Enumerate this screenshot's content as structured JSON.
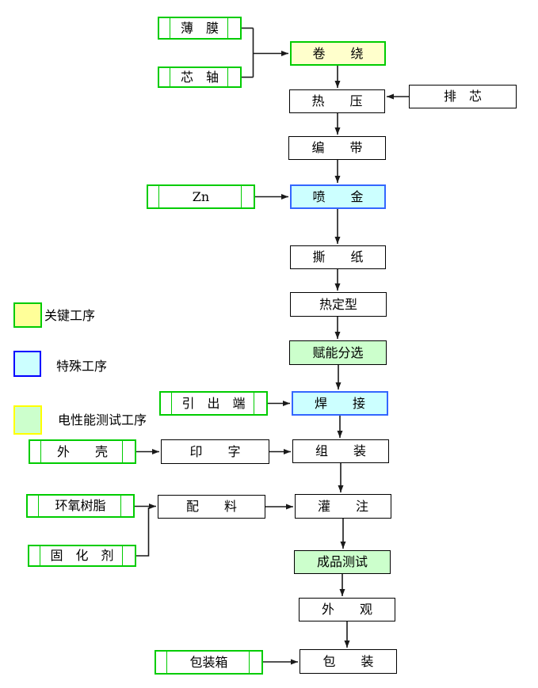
{
  "nodes": {
    "thin_film": "薄　膜",
    "mandrel": "芯　轴",
    "winding": "卷　　绕",
    "hot_press": "热　　压",
    "core_arrange": "排　芯",
    "taping": "编　　带",
    "zn": "Zn",
    "metal_spray": "喷　　金",
    "paper_tear": "撕　　纸",
    "heat_setting": "热定型",
    "energize_sort": "赋能分选",
    "lead_terminal": "引　出　端",
    "welding": "焊　　接",
    "shell": "外　　壳",
    "printing": "印　　字",
    "assembly": "组　　装",
    "epoxy": "环氧树脂",
    "batching": "配　　料",
    "potting": "灌　　注",
    "hardener": "固　化　剂",
    "product_test": "成品测试",
    "appearance": "外　　观",
    "packing_box": "包装箱",
    "packaging": "包　　装"
  },
  "legend": {
    "key_process": "关键工序",
    "special_process": "特殊工序",
    "electrical_test_process": "电性能测试工序"
  },
  "colors": {
    "key_fill": "#ffffcc",
    "key_border": "#00cc00",
    "special_fill": "#ccffff",
    "special_border": "#3366ff",
    "test_fill": "#ccffcc",
    "test_border": "#000000",
    "box_border": "#000000",
    "input_border": "#00cc00",
    "arrow": "#1a1a1a",
    "legend_yellow_fill": "#ffff99",
    "legend_yellow_border": "#00cc00",
    "legend_cyan_fill": "#ccffff",
    "legend_cyan_border": "#0000ff",
    "legend_green_fill": "#ccffcc",
    "legend_yellow_swatch_border": "#ffff00"
  }
}
